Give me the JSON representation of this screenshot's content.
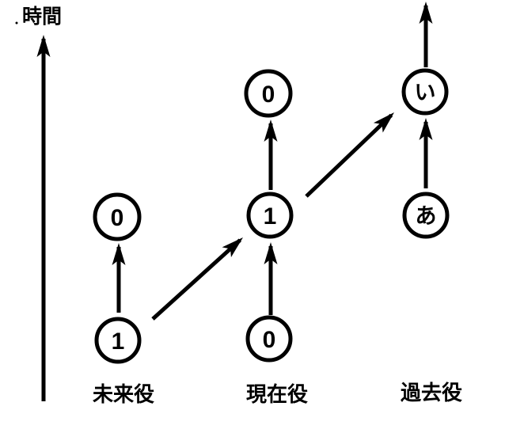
{
  "diagram": {
    "background_color": "#ffffff",
    "ink_color": "#000000",
    "time_axis": {
      "label": "時間"
    },
    "columns": [
      {
        "id": "future",
        "label": "未来役",
        "nodes": [
          {
            "id": "future-bottom",
            "label": "1"
          },
          {
            "id": "future-top",
            "label": "0"
          }
        ]
      },
      {
        "id": "present",
        "label": "現在役",
        "nodes": [
          {
            "id": "present-bottom",
            "label": "0"
          },
          {
            "id": "present-middle",
            "label": "1"
          },
          {
            "id": "present-top",
            "label": "0"
          }
        ]
      },
      {
        "id": "past",
        "label": "過去役",
        "nodes": [
          {
            "id": "past-bottom",
            "label": "あ"
          },
          {
            "id": "past-top",
            "label": "い"
          }
        ]
      }
    ],
    "edges": [
      {
        "from": "future-bottom",
        "to": "future-top"
      },
      {
        "from": "present-bottom",
        "to": "present-middle"
      },
      {
        "from": "present-middle",
        "to": "present-top"
      },
      {
        "from": "past-bottom",
        "to": "past-top"
      },
      {
        "from": "past-top",
        "to": "offscreen-above"
      },
      {
        "from": "future-bottom",
        "to": "present-middle"
      },
      {
        "from": "present-middle",
        "to": "past-top"
      }
    ]
  }
}
